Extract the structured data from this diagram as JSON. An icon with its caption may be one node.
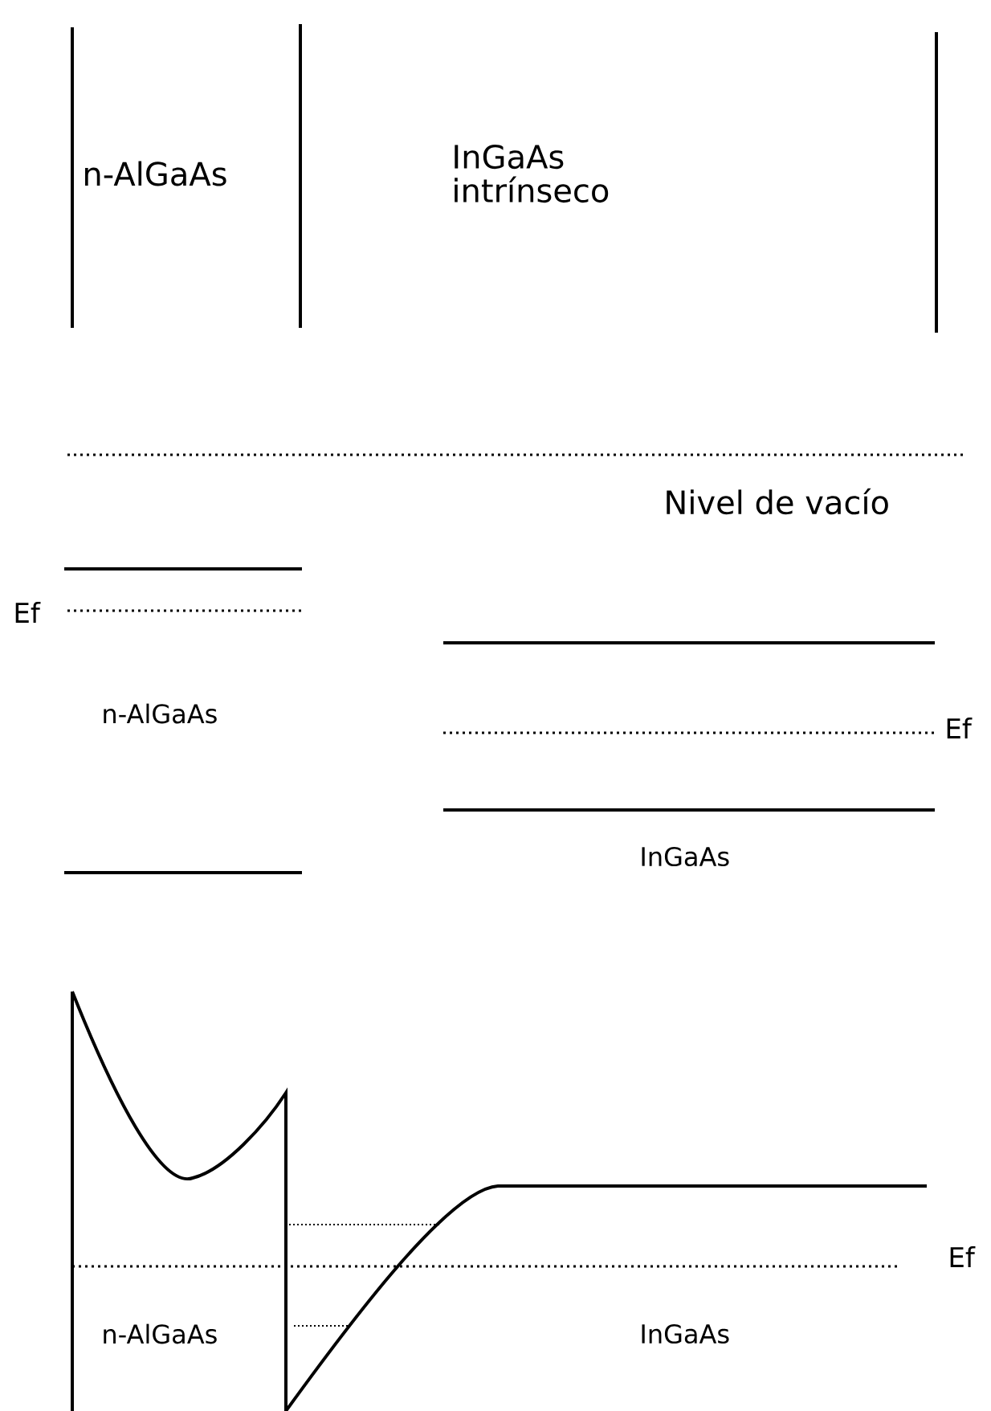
{
  "diagram": {
    "labels": [
      "n-AlGaAs",
      "InGaAs intrínseco",
      "Nivel de vacío",
      "Ef",
      "n-AlGaAs",
      "Ef",
      "InGaAs",
      "Ef",
      "n-AlGaAs",
      "InGaAs"
    ]
  }
}
